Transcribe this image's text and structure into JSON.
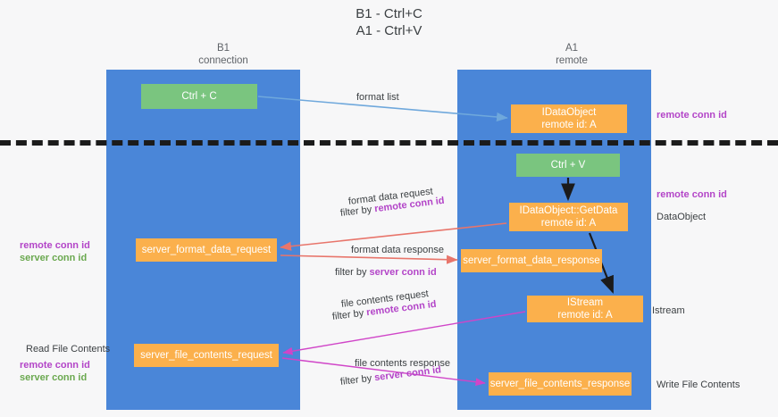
{
  "title": "B1 - Ctrl+C\nA1 - Ctrl+V",
  "columns": {
    "left": "B1\nconnection",
    "right": "A1\nremote"
  },
  "nodes": {
    "ctrl_c": "Ctrl + C",
    "idataobject": "IDataObject\nremote id: A",
    "ctrl_v": "Ctrl + V",
    "getdata": "IDataObject::GetData\nremote id: A",
    "server_format_data_request": "server_format_data_request",
    "server_format_data_response": "server_format_data_response",
    "istream": "IStream\nremote id: A",
    "server_file_contents_request": "server_file_contents_request",
    "server_file_contents_response": "server_file_contents_response"
  },
  "labels": {
    "format_list": "format list",
    "remote_conn_id_1": "remote conn id",
    "remote_conn_id_2": "remote conn id",
    "dataobject": "DataObject",
    "format_data_request": "format data request",
    "filter_by_prefix": "filter by ",
    "remote_conn_id_filter": "remote conn id",
    "server_conn_id_filter": "server conn id",
    "format_data_response": "format data response",
    "file_contents_request": "file contents request",
    "file_contents_response": "file contents response",
    "istream_side": "Istream",
    "read_file_contents": "Read File Contents",
    "write_file_contents": "Write File Contents",
    "left_remote_conn_id_1": "remote conn id",
    "left_server_conn_id_1": "server conn id",
    "left_remote_conn_id_2": "remote conn id",
    "left_server_conn_id_2": "server conn id"
  },
  "colors": {
    "lane": "#4a86d8",
    "node_green": "#7ac57f",
    "node_orange": "#fbb04c",
    "purple": "#b345c8",
    "green_text": "#6aa84f",
    "arrow_blue": "#6fa8dc",
    "arrow_red": "#e8756b",
    "arrow_magenta": "#d045c8",
    "arrow_black": "#1b1b1b",
    "divider": "#1b1b1b",
    "background": "#f7f7f8"
  }
}
